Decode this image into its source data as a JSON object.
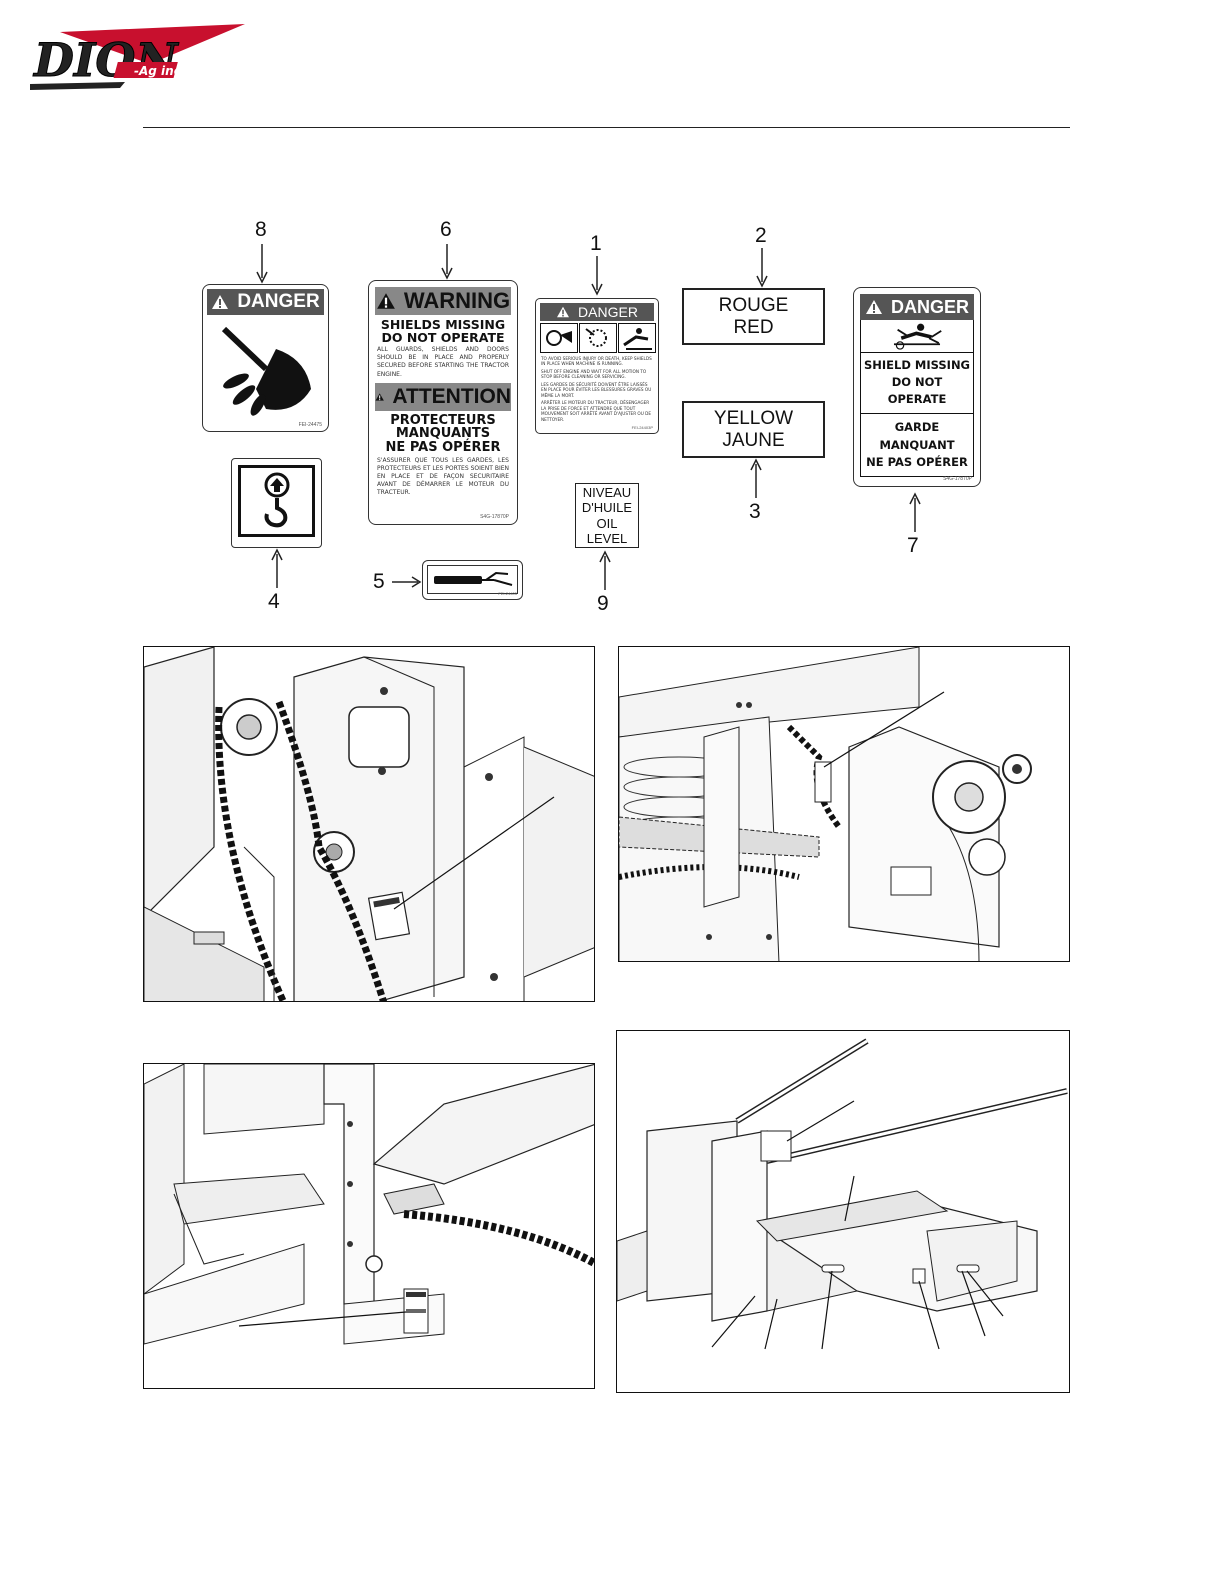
{
  "header": {
    "logo_main": "DION",
    "logo_sub": "-Ag inc."
  },
  "decals": {
    "d8": {
      "number": "8",
      "title": "DANGER",
      "code": "FEI-24475"
    },
    "d6": {
      "number": "6",
      "title_en": "WARNING",
      "head_en_1": "SHIELDS MISSING",
      "head_en_2": "DO NOT OPERATE",
      "body_en": "ALL GUARDS, SHIELDS AND DOORS SHOULD BE IN PLACE AND PROPERLY SECURED BEFORE STARTING THE TRACTOR ENGINE.",
      "title_fr": "ATTENTION",
      "head_fr_1": "PROTECTEURS",
      "head_fr_2": "MANQUANTS",
      "head_fr_3": "NE PAS OPÉRER",
      "body_fr": "S'ASSURER QUE TOUS LES GARDES, LES PROTECTEURS ET LES PORTES SOIENT BIEN EN PLACE ET DE FAÇON SECURITAIRE AVANT DE DÉMARRER LE MOTEUR DU TRACTEUR.",
      "code": "S4G-17870P"
    },
    "d1": {
      "number": "1",
      "title": "DANGER",
      "lines": [
        "TO AVOID SERIOUS INJURY OR DEATH, KEEP SHIELDS IN PLACE WHEN MACHINE IS RUNNING.",
        "SHUT OFF ENGINE AND WAIT FOR ALL MOTION TO STOP BEFORE CLEANING OR SERVICING.",
        "LES GARDES DE SÉCURITÉ DOIVENT ÊTRE LAISSÉS EN PLACE POUR ÉVITER LES BLESSURES GRAVES OU MÊME LA MORT.",
        "ARRÊTER LE MOTEUR DU TRACTEUR, DÉSENGAGER LA PRISE DE FORCE ET ATTENDRE QUE TOUT MOUVEMENT SOIT ARRÊTÉ AVANT D'AJUSTER OU DE NETTOYER."
      ],
      "code": "FEI-24403P"
    },
    "d2": {
      "number": "2",
      "line1": "ROUGE",
      "line2": "RED"
    },
    "d3": {
      "number": "3",
      "line1": "YELLOW",
      "line2": "JAUNE"
    },
    "d7": {
      "number": "7",
      "title": "DANGER",
      "en_1": "SHIELD MISSING",
      "en_2": "DO NOT OPERATE",
      "fr_1": "GARDE MANQUANT",
      "fr_2": "NE PAS OPÉRER",
      "code": "S4G-17870P"
    },
    "d4": {
      "number": "4"
    },
    "d5": {
      "number": "5",
      "code": "FEI-24405"
    },
    "d9": {
      "number": "9",
      "lines": [
        "NIVEAU",
        "D'HUILE",
        "OIL",
        "LEVEL"
      ]
    }
  },
  "icons": {
    "warning_triangle": "warning-triangle-icon",
    "lift_hook": "lift-hook-icon",
    "grease_gun": "grease-gun-icon"
  },
  "colors": {
    "banner": "#555555",
    "ink": "#1a1a1a",
    "logo_red": "#c8102e"
  }
}
